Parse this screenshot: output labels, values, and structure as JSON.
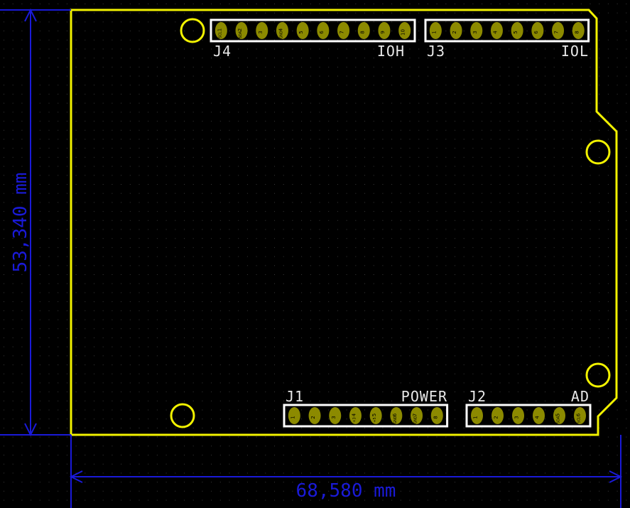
{
  "colors": {
    "background": "#000000",
    "grid": "#3a3a3a",
    "edge_cuts": "#f2f200",
    "silkscreen": "#e8e8e8",
    "pad": "#8c8a00",
    "dimension": "#1a1ad8"
  },
  "dimensions": {
    "height": "53,340 mm",
    "width": "68,580 mm"
  },
  "connectors": [
    {
      "ref": "J4",
      "value": "IOH",
      "pins": [
        {
          "n": "1",
          "net": "SCL"
        },
        {
          "n": "2",
          "net": "SDA"
        },
        {
          "n": "3",
          "net": ""
        },
        {
          "n": "4",
          "net": "GND"
        },
        {
          "n": "5",
          "net": ""
        },
        {
          "n": "6",
          "net": ""
        },
        {
          "n": "7",
          "net": ""
        },
        {
          "n": "8",
          "net": ""
        },
        {
          "n": "9",
          "net": ""
        },
        {
          "n": "10",
          "net": ""
        }
      ]
    },
    {
      "ref": "J3",
      "value": "IOL",
      "pins": [
        {
          "n": "1",
          "net": ""
        },
        {
          "n": "2",
          "net": ""
        },
        {
          "n": "3",
          "net": ""
        },
        {
          "n": "4",
          "net": ""
        },
        {
          "n": "5",
          "net": ""
        },
        {
          "n": "6",
          "net": ""
        },
        {
          "n": "7",
          "net": ""
        },
        {
          "n": "8",
          "net": ""
        }
      ]
    },
    {
      "ref": "J1",
      "value": "POWER",
      "pins": [
        {
          "n": "1",
          "net": ""
        },
        {
          "n": "2",
          "net": ""
        },
        {
          "n": "3",
          "net": ""
        },
        {
          "n": "4",
          "net": "+3"
        },
        {
          "n": "5",
          "net": "+5"
        },
        {
          "n": "6",
          "net": "GND"
        },
        {
          "n": "7",
          "net": "GND"
        },
        {
          "n": "8",
          "net": ""
        }
      ]
    },
    {
      "ref": "J2",
      "value": "AD",
      "pins": [
        {
          "n": "1",
          "net": ""
        },
        {
          "n": "2",
          "net": ""
        },
        {
          "n": "3",
          "net": ""
        },
        {
          "n": "4",
          "net": ""
        },
        {
          "n": "5",
          "net": "SDA"
        },
        {
          "n": "6",
          "net": "SCL"
        }
      ]
    }
  ]
}
